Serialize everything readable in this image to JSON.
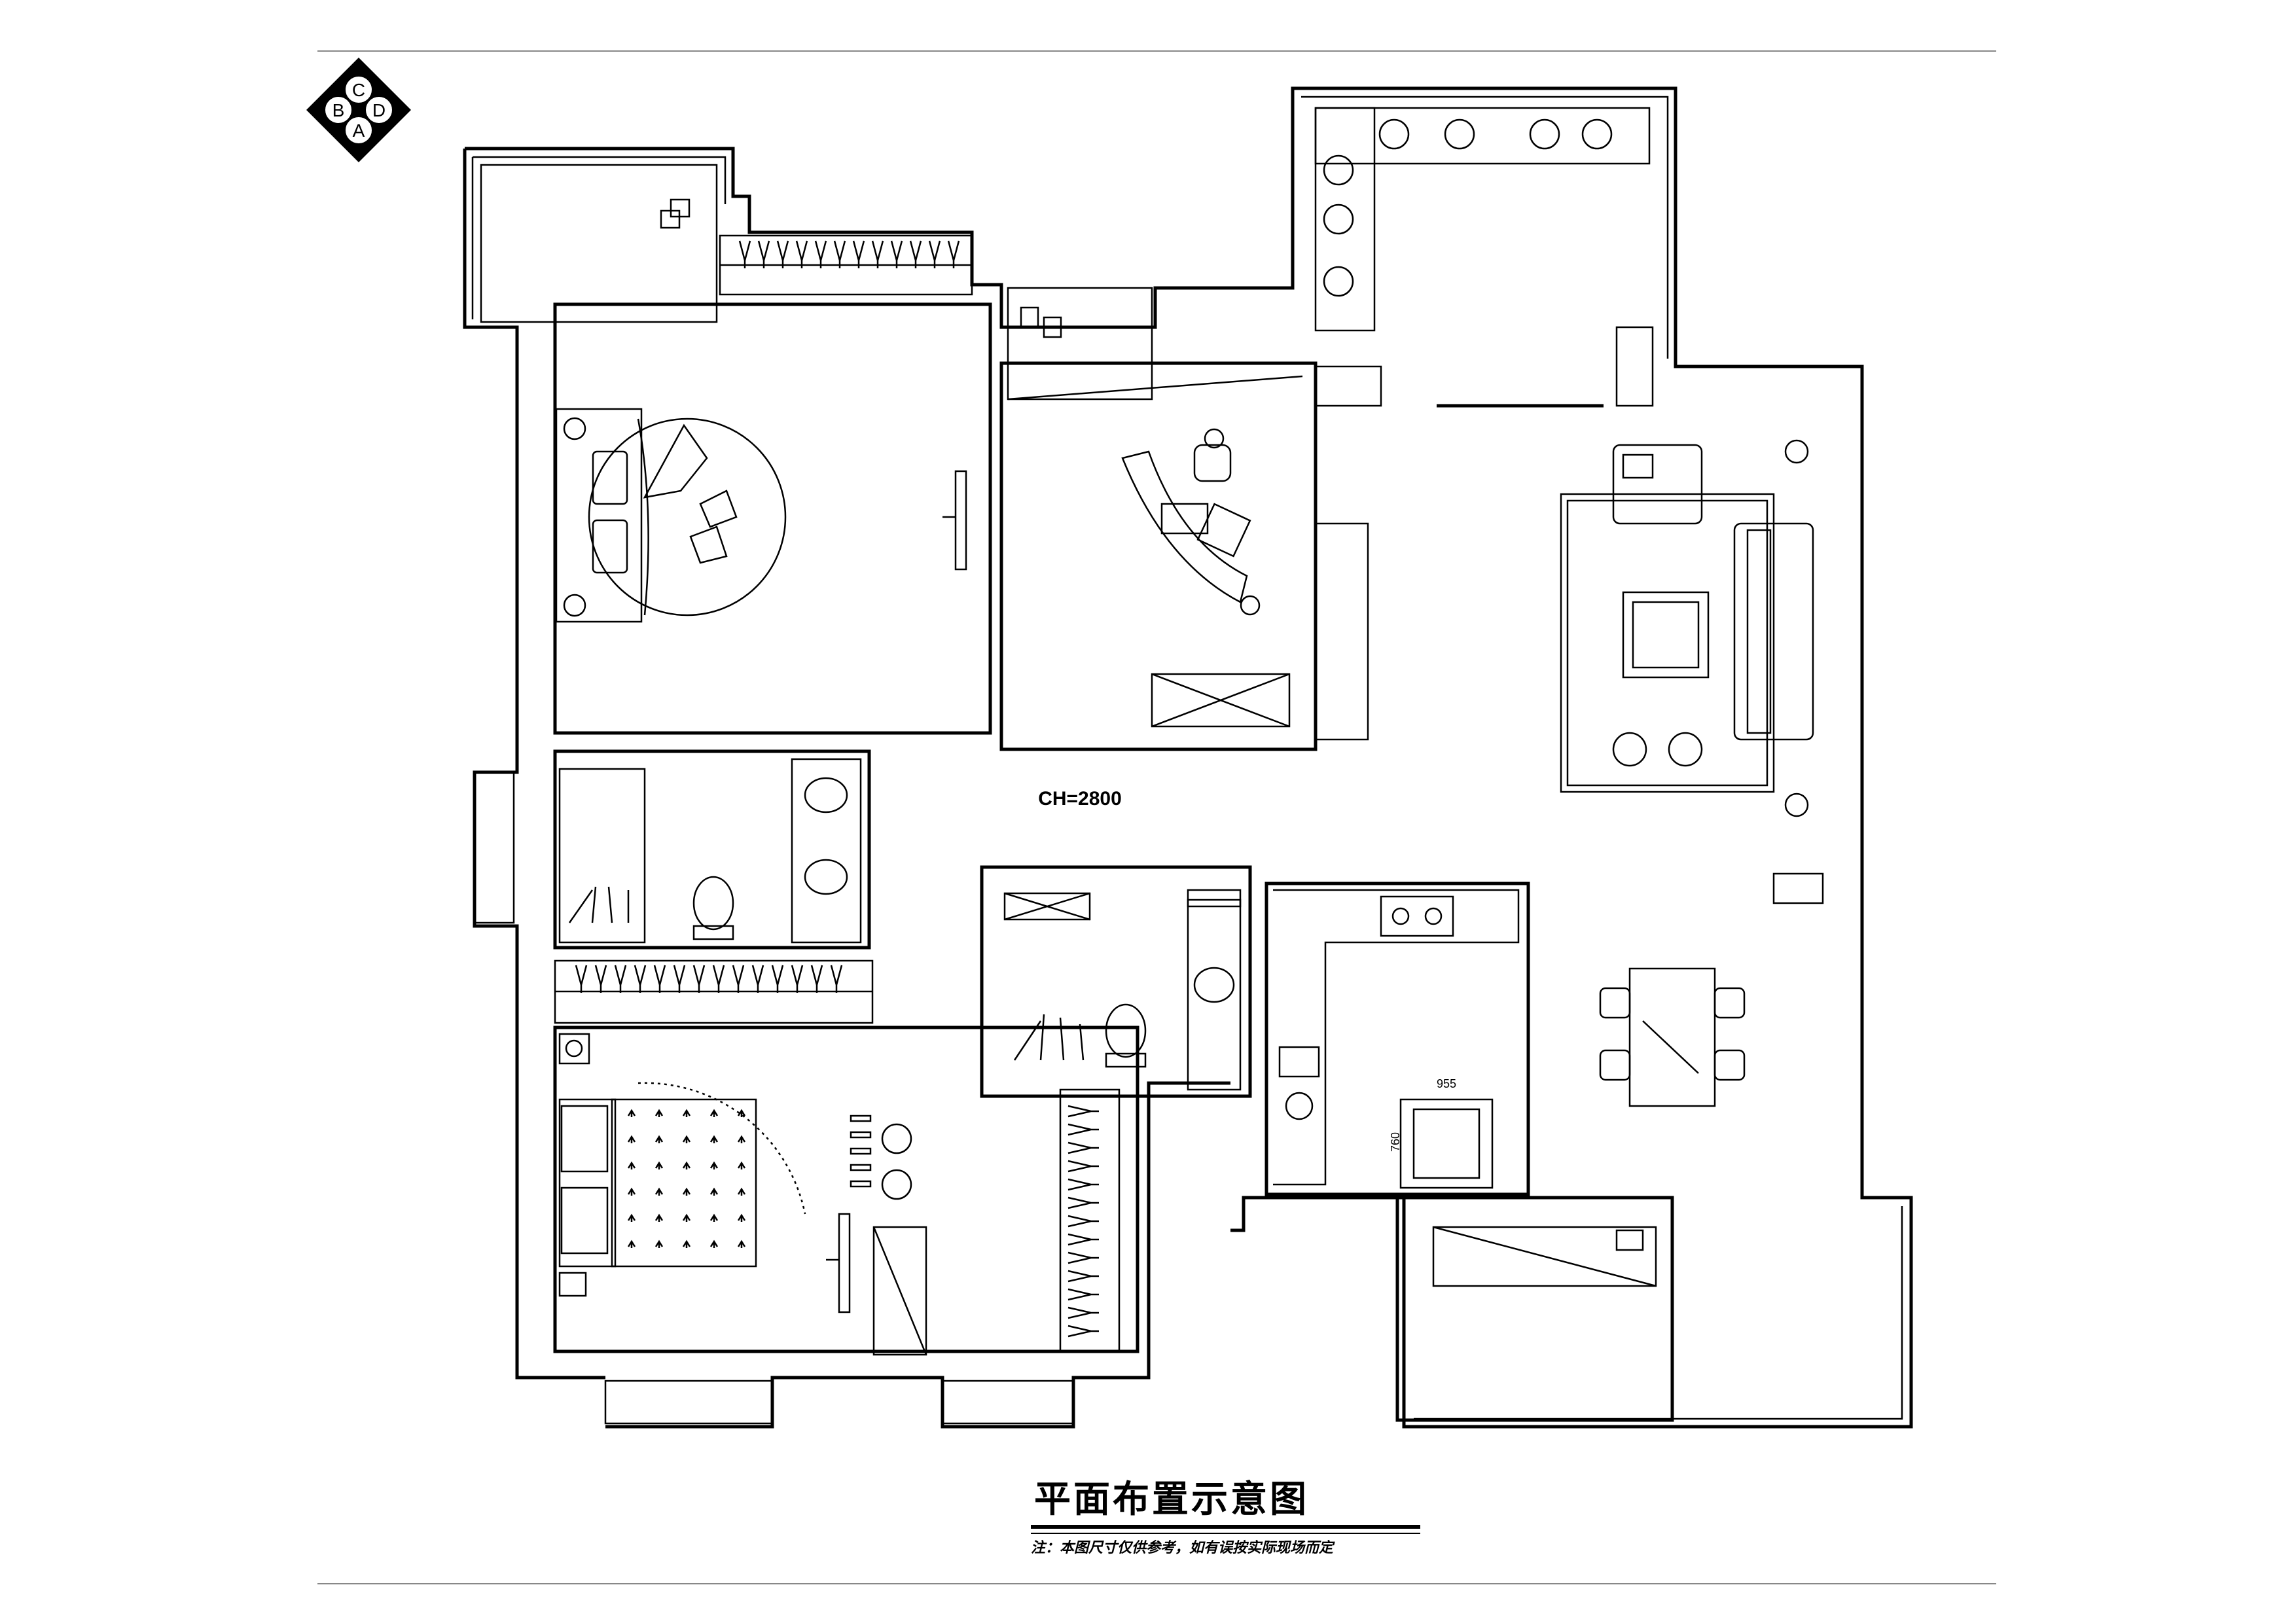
{
  "drawing": {
    "title": "平面布置示意图",
    "note": "注：本图尺寸仅供参考，如有误按实际现场而定",
    "ceiling_height": "CH=2800"
  },
  "compass": {
    "top": "C",
    "left": "B",
    "right": "D",
    "bottom": "A"
  },
  "dimensions": {
    "stove_width": "955",
    "stove_depth": "760"
  }
}
